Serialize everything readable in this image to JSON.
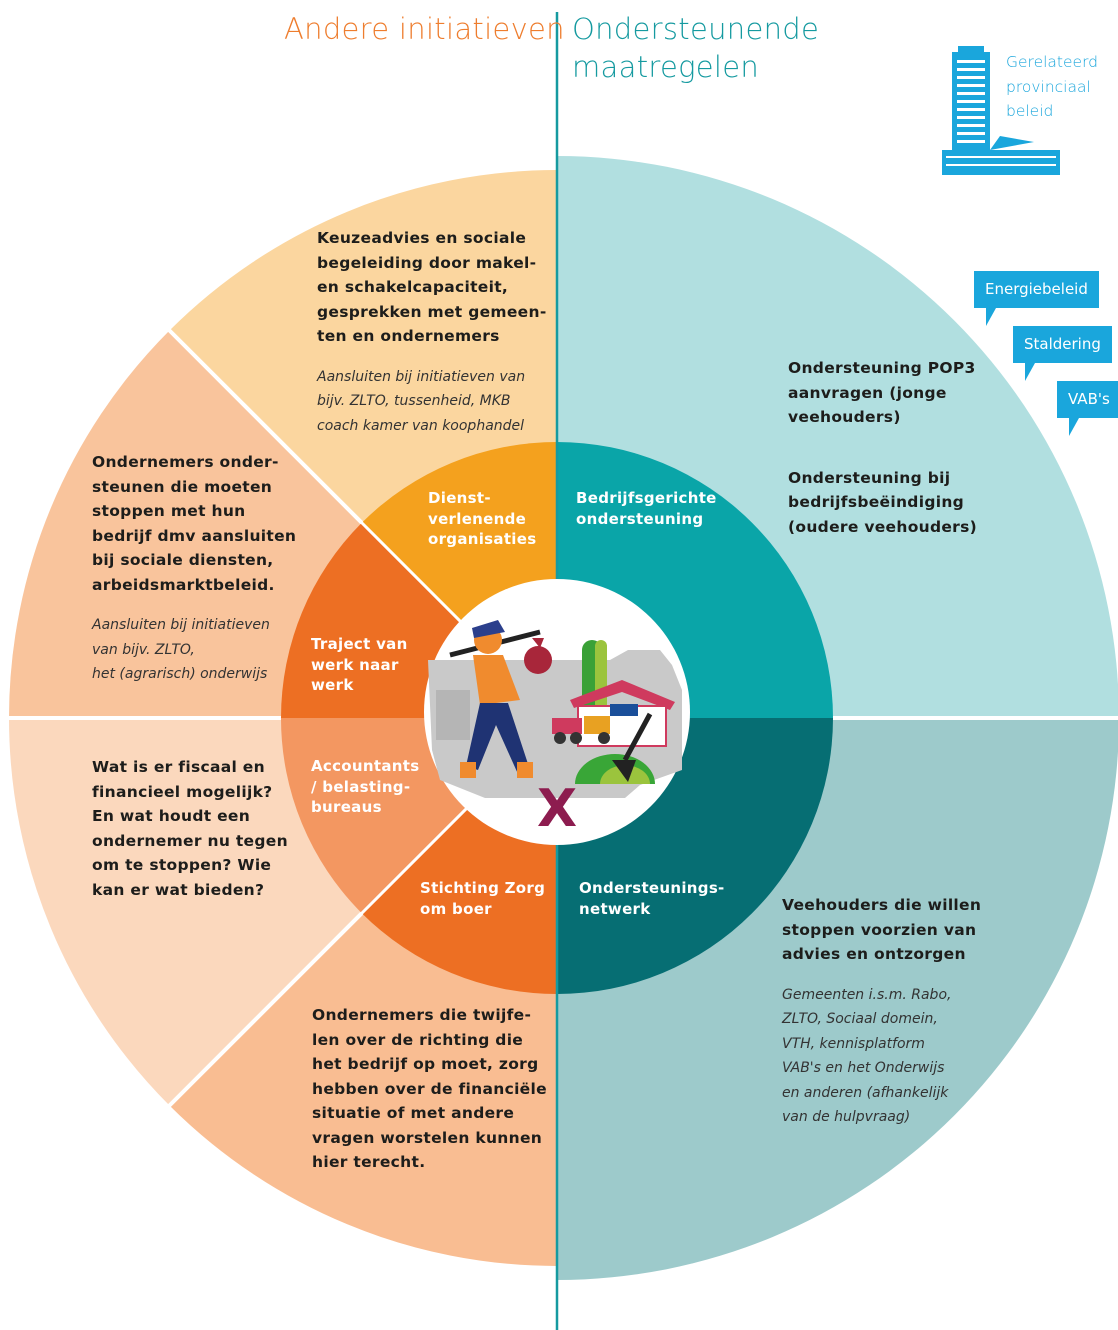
{
  "headers": {
    "left": "Andere initiatieven",
    "right_line1": "Ondersteunende",
    "right_line2": "maatregelen"
  },
  "provincial": {
    "icon": "provincial-building-icon",
    "line1": "Gerelateerd",
    "line2": "provinciaal",
    "line3": "beleid"
  },
  "tags": [
    "Energiebeleid",
    "Staldering",
    "VAB's"
  ],
  "outer": {
    "top_left": {
      "bold": [
        "Keuzeadvies en sociale",
        "begeleiding door makel-",
        "en schakelcapaciteit,",
        "gesprekken met gemeen-",
        "ten en ondernemers"
      ],
      "italic": [
        "Aansluiten bij initiatieven van",
        "bijv. ZLTO, tussenheid, MKB",
        "coach kamer van koophandel"
      ]
    },
    "left_upper": {
      "bold": [
        "Ondernemers onder-",
        "steunen die moeten",
        "stoppen met hun",
        "bedrijf dmv aansluiten",
        "bij sociale diensten,",
        "arbeidsmarktbeleid."
      ],
      "italic": [
        "Aansluiten bij initiatieven",
        "van bijv. ZLTO,",
        "het (agrarisch) onderwijs"
      ]
    },
    "left_lower": {
      "bold": [
        "Wat is er fiscaal en",
        "financieel mogelijk?",
        "En wat houdt een",
        "ondernemer nu tegen",
        "om te stoppen? Wie",
        "kan er wat bieden?"
      ]
    },
    "bottom_left": {
      "bold": [
        "Ondernemers die twijfe-",
        "len over de richting die",
        "het bedrijf op moet, zorg",
        "hebben over de financiële",
        "situatie of met andere",
        "vragen worstelen kunnen",
        "hier terecht."
      ]
    },
    "top_right": {
      "bold1": [
        "Ondersteuning POP3",
        "aanvragen (jonge",
        "veehouders)"
      ],
      "bold2": [
        "Ondersteuning bij",
        "bedrijfsbeëindiging",
        "(oudere veehouders)"
      ]
    },
    "bottom_right": {
      "bold": [
        "Veehouders die willen",
        "stoppen voorzien van",
        "advies en ontzorgen"
      ],
      "italic": [
        "Gemeenten i.s.m. Rabo,",
        "ZLTO, Sociaal domein,",
        "VTH, kennisplatform",
        "VAB's en het Onderwijs",
        "en anderen (afhankelijk",
        "van de hulpvraag)"
      ]
    }
  },
  "inner": {
    "dienst": [
      "Dienst-",
      "verlenende",
      "organisaties"
    ],
    "traject": [
      "Traject van",
      "werk naar",
      "werk"
    ],
    "accountants": [
      "Accountants",
      "/ belasting-",
      "bureaus"
    ],
    "zorg": [
      "Stichting Zorg",
      "om boer"
    ],
    "bedrijf": [
      "Bedrijfsgerichte",
      "ondersteuning"
    ],
    "netwerk": [
      "Ondersteunings-",
      "netwerk"
    ]
  },
  "center": {
    "icon": "farmer-and-farm-illustration-icon",
    "mark": "X"
  },
  "colors": {
    "orange_header": "#ee7d2e",
    "teal_header": "#159aa0",
    "outer_top_left": "#fbd69f",
    "outer_left_upper": "#f9c49c",
    "outer_left_lower": "#fbd8bd",
    "outer_bottom_left": "#f9bd92",
    "outer_top_right": "#b1dfe0",
    "outer_bottom_right": "#9dcacb",
    "inner_dienst": "#f4a11e",
    "inner_traject": "#ed6f23",
    "inner_accountants": "#f39761",
    "inner_zorg": "#ed6f23",
    "inner_bedrijf": "#0aa5a8",
    "inner_netwerk": "#066e73",
    "tag_blue": "#1aa6dc",
    "mark": "#8d1c4f"
  }
}
